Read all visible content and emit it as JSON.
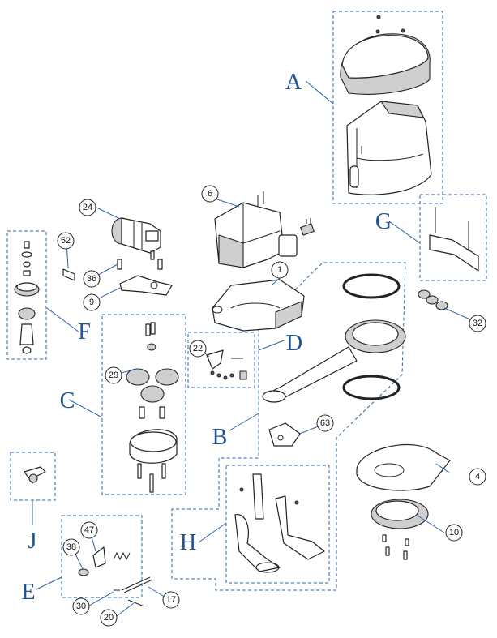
{
  "group_letters": {
    "A": "A",
    "B": "B",
    "C": "C",
    "D": "D",
    "E": "E",
    "F": "F",
    "G": "G",
    "H": "H",
    "J": "J"
  },
  "callouts": {
    "c1": "1",
    "c4": "4",
    "c6": "6",
    "c9": "9",
    "c10": "10",
    "c17": "17",
    "c20": "20",
    "c22": "22",
    "c24": "24",
    "c29": "29",
    "c30": "30",
    "c32": "32",
    "c36": "36",
    "c38": "38",
    "c47": "47",
    "c52": "52",
    "c63": "63"
  }
}
